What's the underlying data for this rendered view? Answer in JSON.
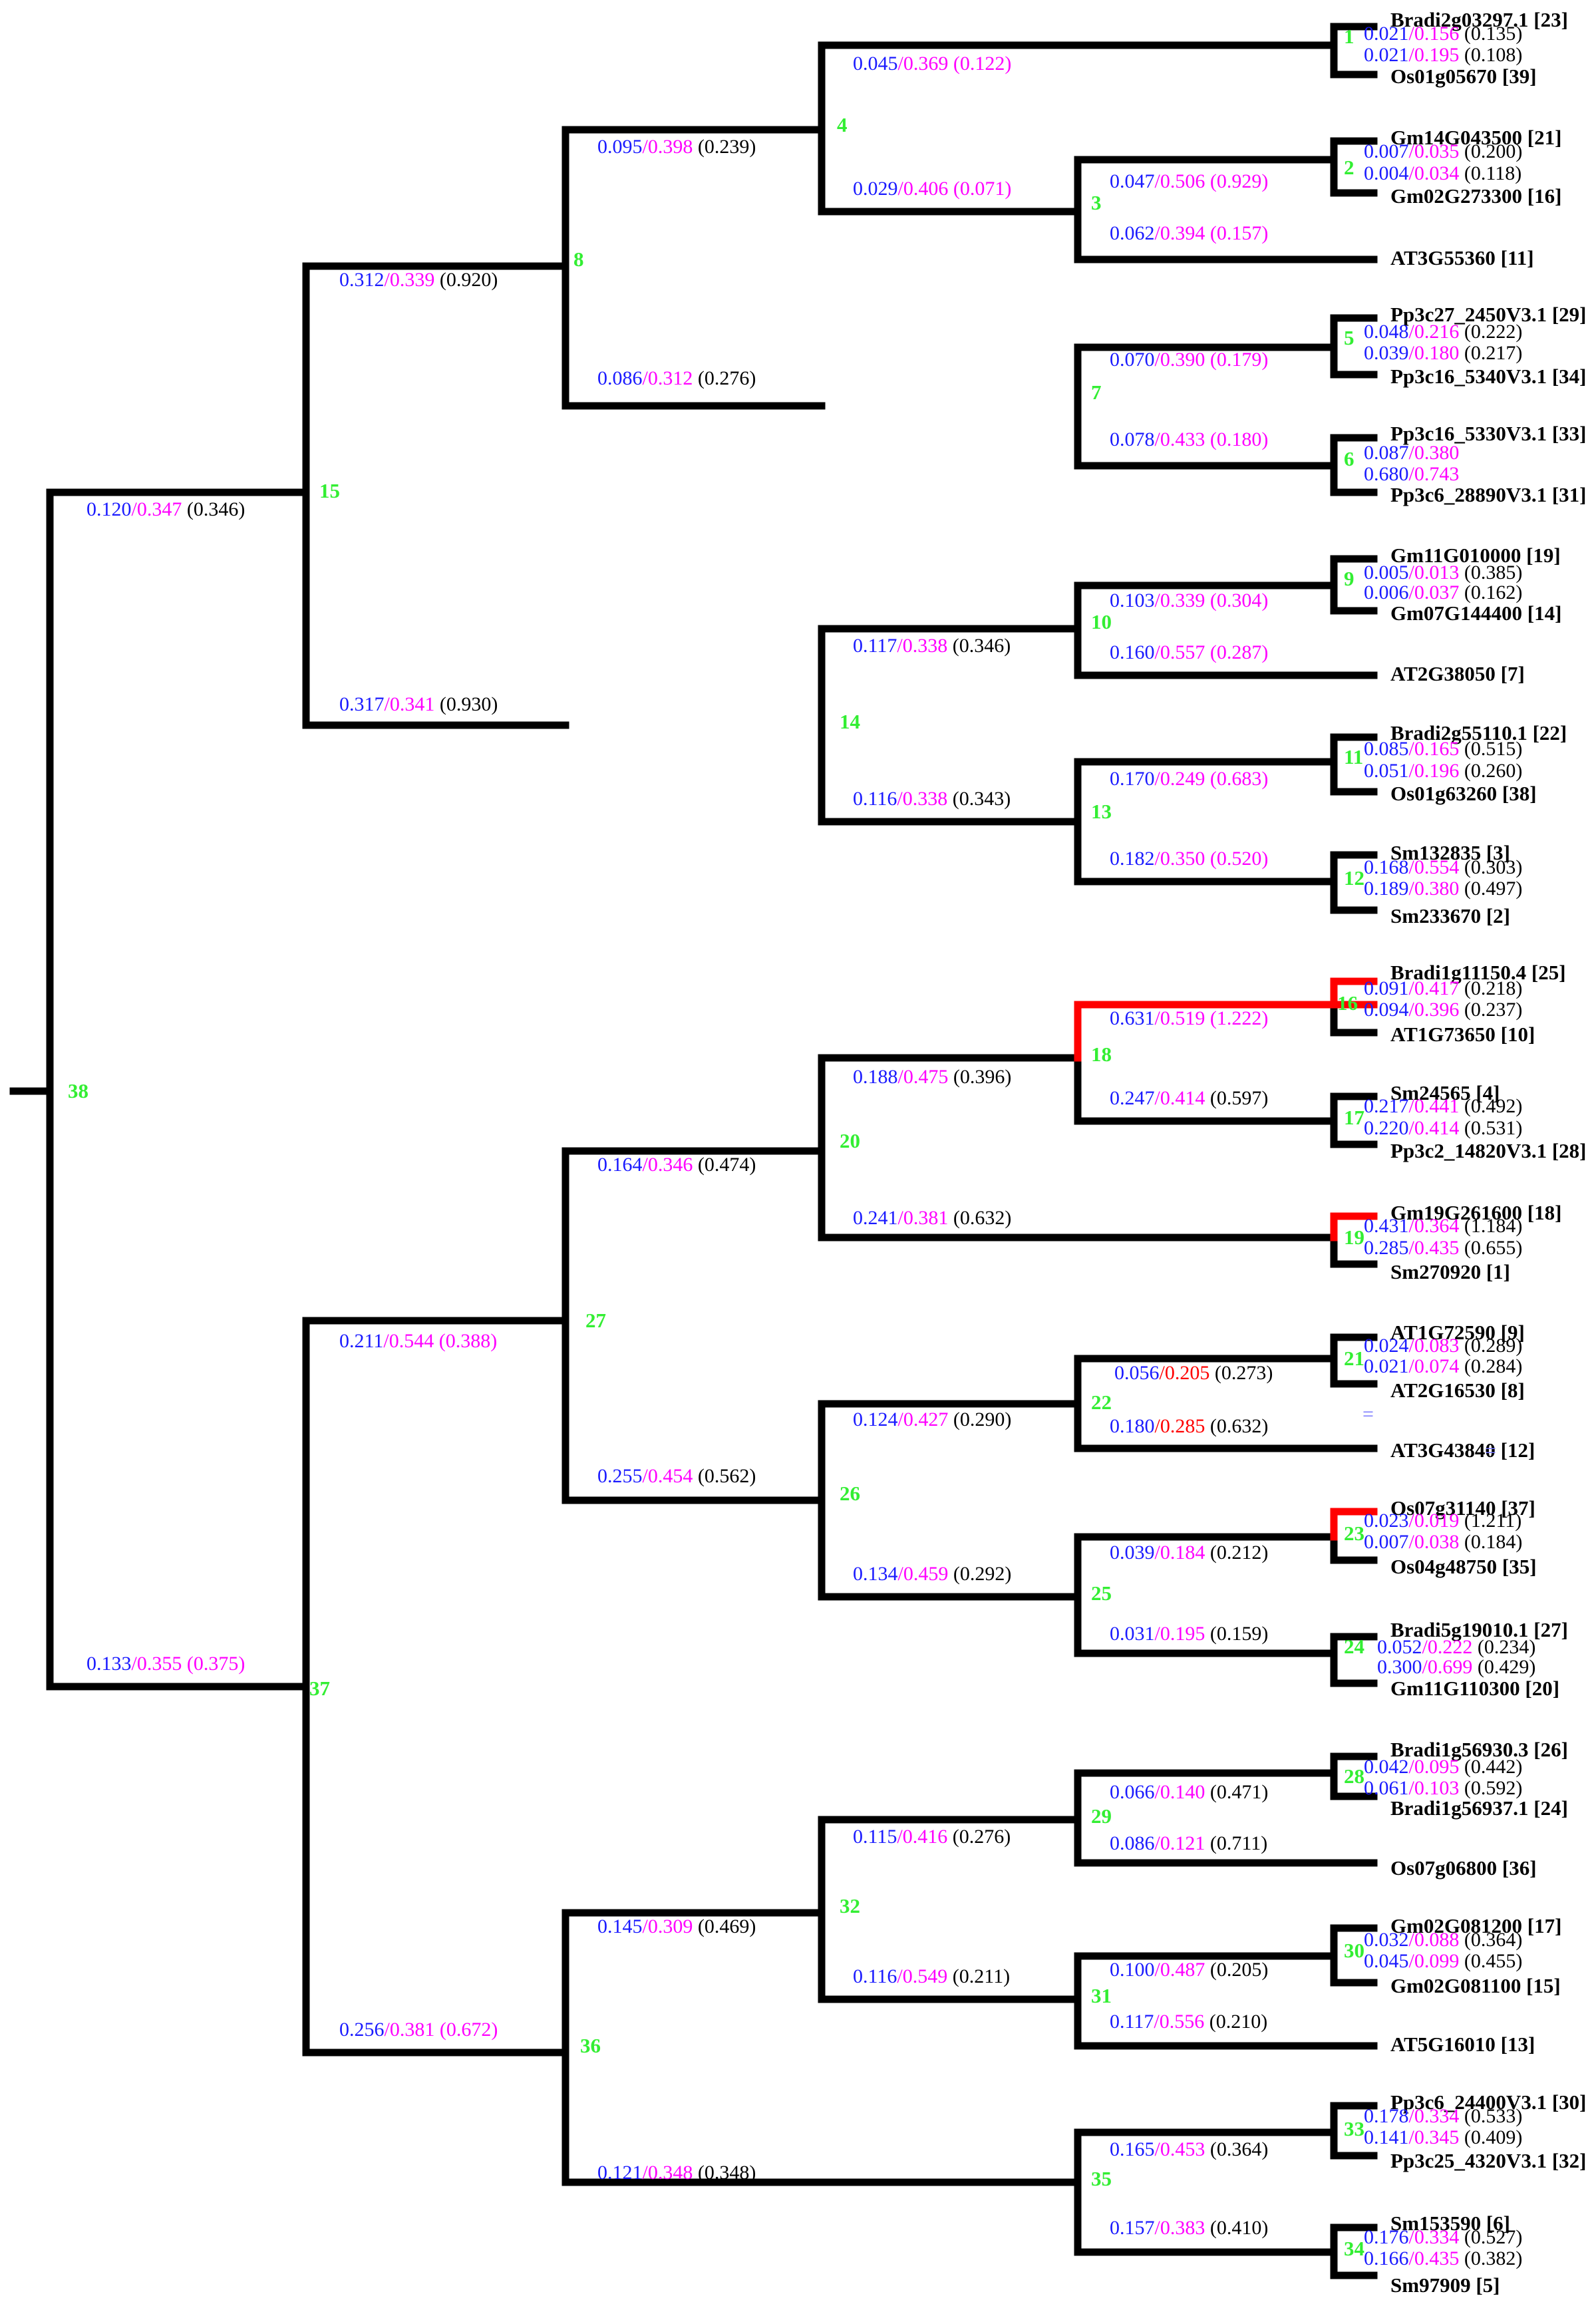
{
  "colors": {
    "branch": "#000000",
    "highlight": "#ff0000",
    "blue": "#1a1aff",
    "magenta": "#ff00ff",
    "black": "#000000",
    "red": "#ff0000",
    "node": "#33ee33"
  },
  "root_label": "38",
  "leaves": [
    "Bradi2g03297.1 [23]",
    "Os01g05670 [39]",
    "Gm14G043500 [21]",
    "Gm02G273300 [16]",
    "AT3G55360 [11]",
    "Pp3c27_2450V3.1 [29]",
    "Pp3c16_5340V3.1 [34]",
    "Pp3c16_5330V3.1 [33]",
    "Pp3c6_28890V3.1 [31]",
    "Gm11G010000 [19]",
    "Gm07G144400 [14]",
    "AT2G38050 [7]",
    "Bradi2g55110.1 [22]",
    "Os01g63260 [38]",
    "Sm132835 [3]",
    "Sm233670 [2]",
    "Bradi1g11150.4 [25]",
    "AT1G73650 [10]",
    "Sm24565 [4]",
    "Pp3c2_14820V3.1 [28]",
    "Gm19G261600 [18]",
    "Sm270920 [1]",
    "AT1G72590 [9]",
    "AT2G16530 [8]",
    "AT3G43840 [12]",
    "Os07g31140 [37]",
    "Os04g48750 [35]",
    "Bradi5g19010.1 [27]",
    "Gm11G110300 [20]",
    "Bradi1g56930.3 [26]",
    "Bradi1g56937.1 [24]",
    "Os07g06800 [36]",
    "Gm02G081200 [17]",
    "Gm02G081100 [15]",
    "AT5G16010 [13]",
    "Pp3c6_24400V3.1 [30]",
    "Pp3c25_4320V3.1 [32]",
    "Sm153590 [6]",
    "Sm97909 [5]"
  ],
  "node_labels": [
    "1",
    "2",
    "3",
    "4",
    "5",
    "6",
    "7",
    "8",
    "9",
    "10",
    "11",
    "12",
    "13",
    "14",
    "15",
    "16",
    "17",
    "18",
    "19",
    "20",
    "21",
    "22",
    "23",
    "24",
    "25",
    "26",
    "27",
    "28",
    "29",
    "30",
    "31",
    "32",
    "33",
    "34",
    "35",
    "36",
    "37"
  ],
  "branch_labels": [
    [
      "0.120",
      "0.347",
      "(0.346)"
    ],
    [
      "0.133",
      "0.355",
      "(0.375)"
    ],
    [
      "0.312",
      "0.339",
      "(0.920)"
    ],
    [
      "0.317",
      "0.341",
      "(0.930)"
    ],
    [
      "0.211",
      "0.544",
      "(0.388)"
    ],
    [
      "0.256",
      "0.381",
      "(0.672)"
    ],
    [
      "0.095",
      "0.398",
      "(0.239)"
    ],
    [
      "0.086",
      "0.312",
      "(0.276)"
    ],
    [
      "0.117",
      "0.338",
      "(0.346)"
    ],
    [
      "0.116",
      "0.338",
      "(0.343)"
    ],
    [
      "0.164",
      "0.346",
      "(0.474)"
    ],
    [
      "0.255",
      "0.454",
      "(0.562)"
    ],
    [
      "0.145",
      "0.309",
      "(0.469)"
    ],
    [
      "0.121",
      "0.348",
      "(0.348)"
    ],
    [
      "0.045",
      "0.369",
      "(0.122)"
    ],
    [
      "0.029",
      "0.406",
      "(0.071)"
    ],
    [
      "0.047",
      "0.506",
      "(0.929)"
    ],
    [
      "0.062",
      "0.394",
      "(0.157)"
    ],
    [
      "0.070",
      "0.390",
      "(0.179)"
    ],
    [
      "0.078",
      "0.433",
      "(0.180)"
    ],
    [
      "0.103",
      "0.339",
      "(0.304)"
    ],
    [
      "0.160",
      "0.557",
      "(0.287)"
    ],
    [
      "0.170",
      "0.249",
      "(0.683)"
    ],
    [
      "0.182",
      "0.350",
      "(0.520)"
    ],
    [
      "0.188",
      "0.475",
      "(0.396)"
    ],
    [
      "0.241",
      "0.381",
      "(0.632)"
    ],
    [
      "0.631",
      "0.519",
      "(1.222)"
    ],
    [
      "0.247",
      "0.414",
      "(0.597)"
    ],
    [
      "0.124",
      "0.427",
      "(0.290)"
    ],
    [
      "0.134",
      "0.459",
      "(0.292)"
    ],
    [
      "0.056",
      "0.205",
      "(0.273)"
    ],
    [
      "0.180",
      "0.285",
      "(0.632)"
    ],
    [
      "0.039",
      "0.184",
      "(0.212)"
    ],
    [
      "0.031",
      "0.195",
      "(0.159)"
    ],
    [
      "0.115",
      "0.416",
      "(0.276)"
    ],
    [
      "0.116",
      "0.549",
      "(0.211)"
    ],
    [
      "0.066",
      "0.140",
      "(0.471)"
    ],
    [
      "0.086",
      "0.121",
      "(0.711)"
    ],
    [
      "0.100",
      "0.487",
      "(0.205)"
    ],
    [
      "0.117",
      "0.556",
      "(0.210)"
    ],
    [
      "0.165",
      "0.453",
      "(0.364)"
    ],
    [
      "0.157",
      "0.383",
      "(0.410)"
    ],
    [
      "0.021",
      "0.156",
      "(0.135)"
    ],
    [
      "0.021",
      "0.195",
      "(0.108)"
    ],
    [
      "0.007",
      "0.035",
      "(0.200)"
    ],
    [
      "0.004",
      "0.034",
      "(0.118)"
    ],
    [
      "0.048",
      "0.216",
      "(0.222)"
    ],
    [
      "0.039",
      "0.180",
      "(0.217)"
    ],
    [
      "0.087",
      "0.380",
      ""
    ],
    [
      "0.680",
      "0.743",
      ""
    ],
    [
      "0.005",
      "0.013",
      "(0.385)"
    ],
    [
      "0.006",
      "0.037",
      "(0.162)"
    ],
    [
      "0.085",
      "0.165",
      "(0.515)"
    ],
    [
      "0.051",
      "0.196",
      "(0.260)"
    ],
    [
      "0.168",
      "0.554",
      "(0.303)"
    ],
    [
      "0.189",
      "0.380",
      "(0.497)"
    ],
    [
      "0.091",
      "0.417",
      "(0.218)"
    ],
    [
      "0.094",
      "0.396",
      "(0.237)"
    ],
    [
      "0.217",
      "0.441",
      "(0.492)"
    ],
    [
      "0.220",
      "0.414",
      "(0.531)"
    ],
    [
      "0.431",
      "0.364",
      "(1.184)"
    ],
    [
      "0.285",
      "0.435",
      "(0.655)"
    ],
    [
      "0.024",
      "0.083",
      "(0.289)"
    ],
    [
      "0.021",
      "0.074",
      "(0.284)"
    ],
    [
      "0.023",
      "0.019",
      "(1.211)"
    ],
    [
      "0.007",
      "0.038",
      "(0.184)"
    ],
    [
      "0.052",
      "0.222",
      "(0.234)"
    ],
    [
      "0.300",
      "0.699",
      "(0.429)"
    ],
    [
      "0.042",
      "0.095",
      "(0.442)"
    ],
    [
      "0.061",
      "0.103",
      "(0.592)"
    ],
    [
      "0.032",
      "0.088",
      "(0.364)"
    ],
    [
      "0.045",
      "0.099",
      "(0.455)"
    ],
    [
      "0.178",
      "0.334",
      "(0.533)"
    ],
    [
      "0.141",
      "0.345",
      "(0.409)"
    ],
    [
      "0.176",
      "0.334",
      "(0.527)"
    ],
    [
      "0.166",
      "0.435",
      "(0.382)"
    ]
  ],
  "misc_marks": [
    "="
  ]
}
